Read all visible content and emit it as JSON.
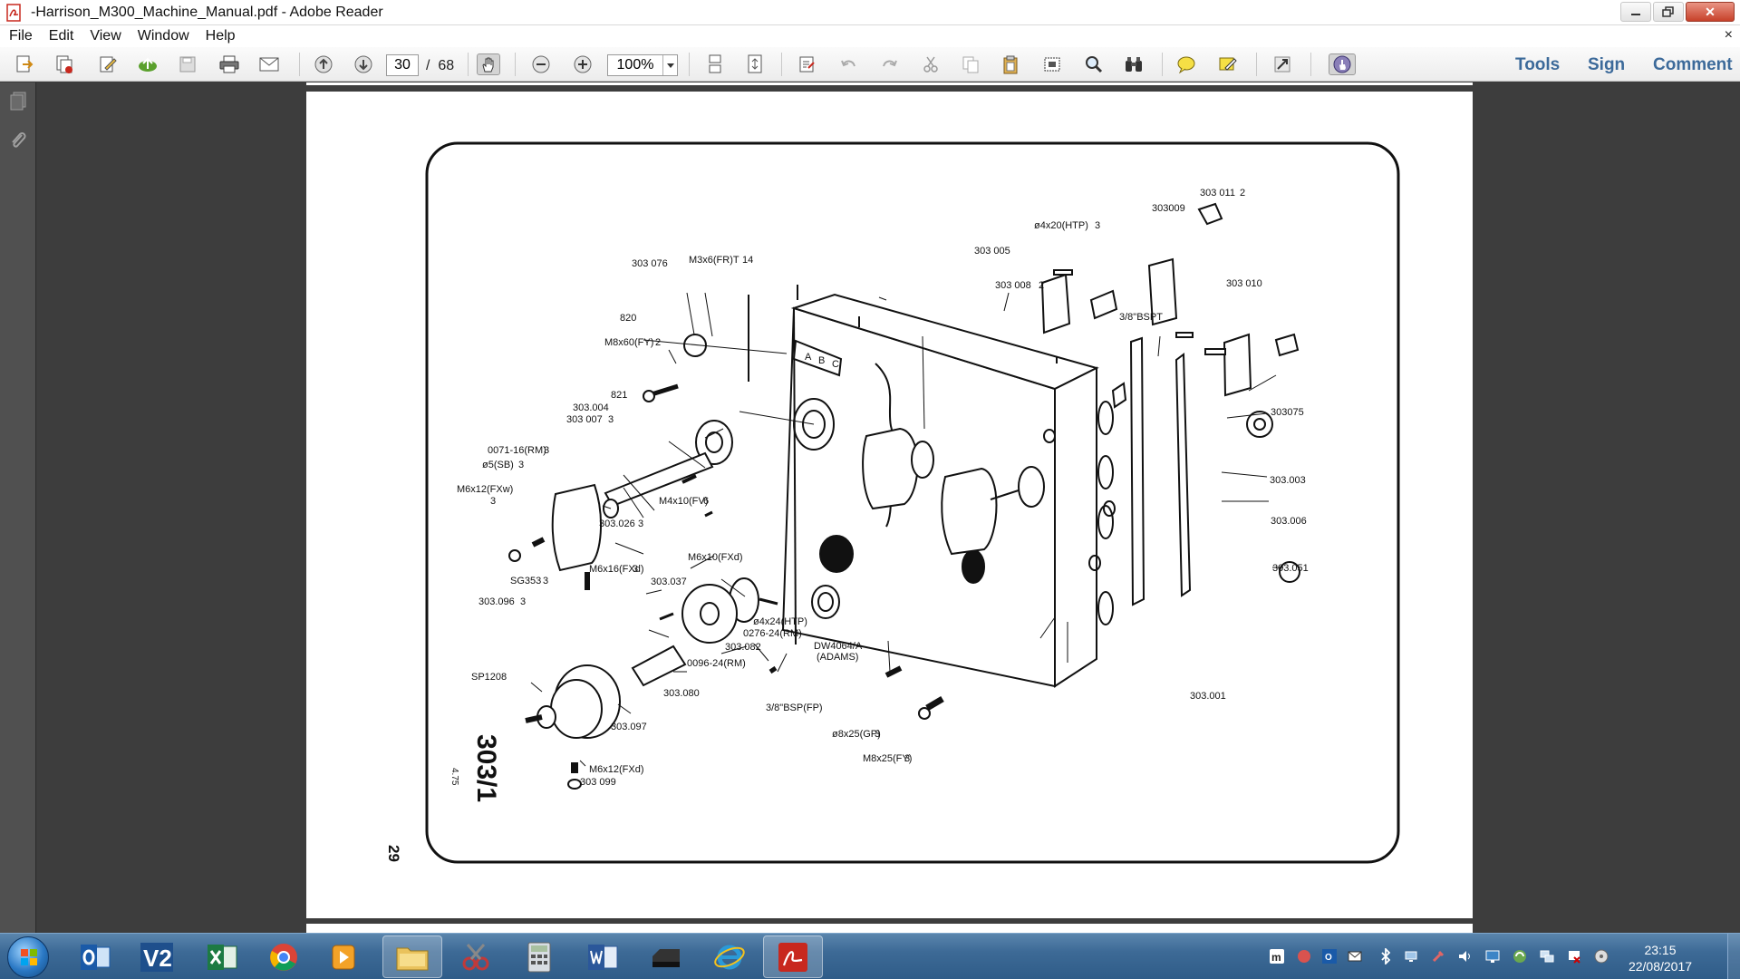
{
  "window": {
    "title": "-Harrison_M300_Machine_Manual.pdf - Adobe Reader",
    "close_glyph": "✕",
    "menu_close_glyph": "×"
  },
  "menu": {
    "items": [
      "File",
      "Edit",
      "View",
      "Window",
      "Help"
    ]
  },
  "toolbar": {
    "page_current": "30",
    "page_separator": "/",
    "page_total": "68",
    "zoom": "100%",
    "tools_label": "Tools",
    "sign_label": "Sign",
    "comment_label": "Comment"
  },
  "document": {
    "drawing_number": "303/1",
    "drawing_issue": "4.75",
    "page_number": "29",
    "part_labels": {
      "p303011": "303 011",
      "n2a": "2",
      "p303009": "303009",
      "htp420": "ø4x20(HTP)",
      "n3a": "3",
      "p303005": "303 005",
      "p303076": "303 076",
      "m3x6": "M3x6(FR)T",
      "n14": "14",
      "p303008": "303 008",
      "n2b": "2",
      "bspt": "3/8\"BSPT",
      "p303010": "303 010",
      "p820": "820",
      "m8x60": "M8x60(FY)",
      "n2c": "2",
      "letter_a": "A",
      "letter_b": "B",
      "letter_c": "C",
      "p821": "821",
      "p303004": "303.004",
      "p303007": "303 007",
      "n3b": "3",
      "p303075": "303075",
      "rm0071": "0071-16(RM)",
      "n3c": "3",
      "sb5": "ø5(SB)",
      "n3d": "3",
      "p303003": "303.003",
      "m6x12fxw": "M6x12(FXw)",
      "n3e": "3",
      "m4x10": "M4x10(FV)",
      "n6": "6",
      "p303006": "303.006",
      "p303026": "303.026",
      "n3f": "3",
      "m6x10": "M6x10(FXd)",
      "sg353": "SG353",
      "n3g": "3",
      "m6x16": "M6x16(FXd)",
      "n3h": "3",
      "p303037": "303.037",
      "p303051": "303.051",
      "p303096": "303.096",
      "n3i": "3",
      "htp424": "ø4x24(HTP)",
      "rm0276": "0276-24(RM)",
      "p303082": "303.082",
      "dw4064": "DW4064/A",
      "adams": "(ADAMS)",
      "rm0096": "0096-24(RM)",
      "sp1208": "SP1208",
      "p303080": "303.080",
      "bspfp": "3/8\"BSP(FP)",
      "p303001": "303.001",
      "p303097": "303.097",
      "gp825": "ø8x25(GP)",
      "n3j": "3",
      "m8x25": "M8x25(FY)",
      "n3k": "3",
      "m6x12fxd": "M6x12(FXd)",
      "p303099": "303 099"
    }
  },
  "taskbar": {
    "clock_time": "23:15",
    "clock_date": "22/08/2017",
    "apps": [
      "outlook-icon",
      "v2-icon",
      "excel-icon",
      "chrome-icon",
      "media-player-icon",
      "file-explorer-icon",
      "snipping-tool-icon",
      "calculator-icon",
      "word-icon",
      "printer-icon",
      "internet-explorer-icon",
      "adobe-reader-icon"
    ],
    "active_app": "adobe-reader-icon"
  },
  "colors": {
    "accent_link": "#3c6a9a",
    "taskbar": "#3d6a96",
    "doc_background": "#3d3d3d",
    "reader_red": "#c8281e"
  }
}
